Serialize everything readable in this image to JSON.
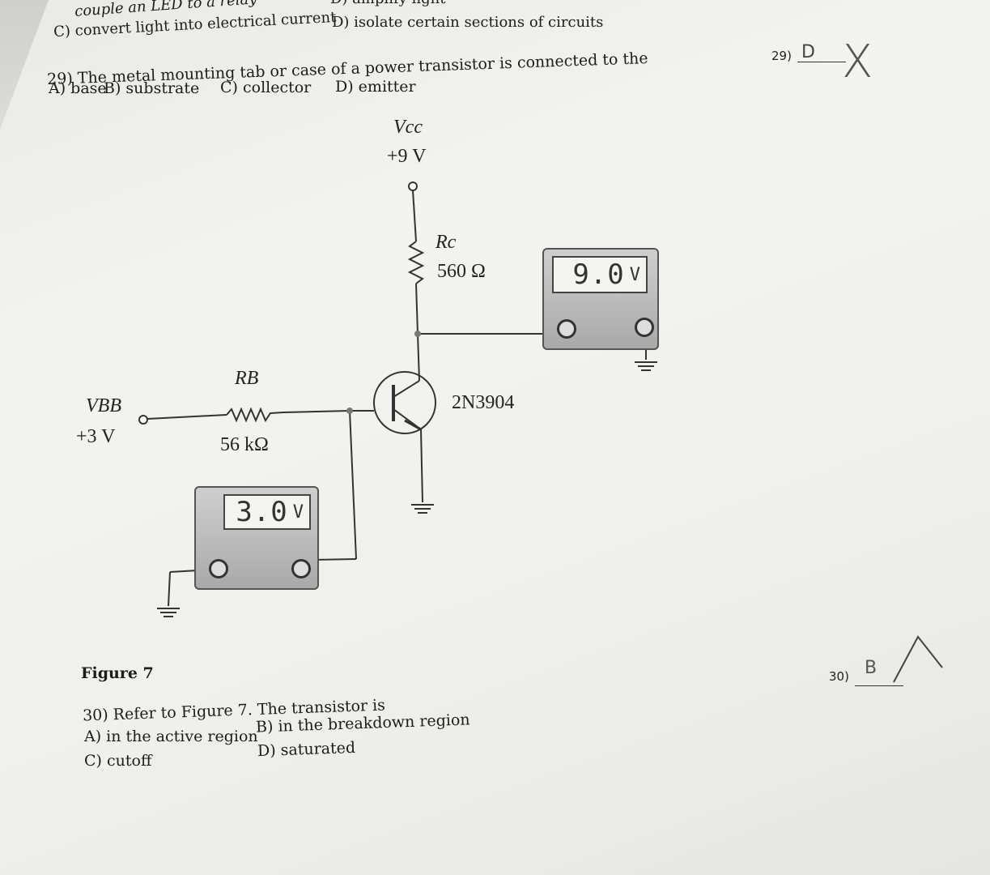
{
  "top": {
    "prev_a": "couple an LED to a relay",
    "prev_b": "D) amplify light",
    "prev_c": "C) convert light into electrical current",
    "prev_d": "D) isolate certain sections of circuits"
  },
  "q29": {
    "stem": "29) The metal mounting tab or case of a power transistor is connected to the",
    "a": "A) base",
    "b": "B) substrate",
    "c": "C) collector",
    "d": "D) emitter",
    "answer_label": "29)",
    "answer": "D",
    "mark": "X"
  },
  "figure": {
    "vcc": "Vcc",
    "vcc_val": "+9 V",
    "rc": "Rc",
    "rc_val": "560 Ω",
    "rb": "RB",
    "rb_val": "56 kΩ",
    "vbb": "VBB",
    "vbb_val": "+3 V",
    "transistor": "2N3904",
    "meter_c": "9.0",
    "meter_b": "3.0",
    "unit": "V",
    "caption": "Figure 7"
  },
  "q30": {
    "stem": "30) Refer to Figure 7. The transistor is",
    "a": "A) in the active region",
    "b": "B) in the breakdown region",
    "c": "C) cutoff",
    "d": "D) saturated",
    "answer_label": "30)",
    "answer": "B"
  }
}
